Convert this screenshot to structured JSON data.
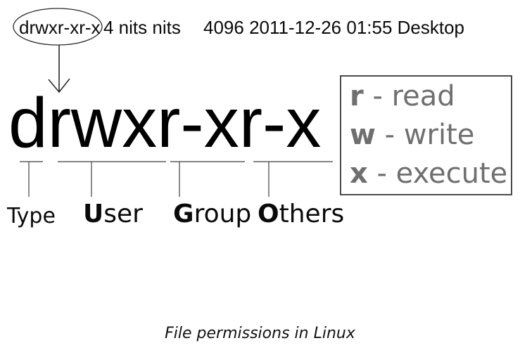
{
  "listing": {
    "permissions": "drwxr-xr-x",
    "links_owner_group": "4 nits nits",
    "size_date_name": "4096 2011-12-26 01:55 Desktop"
  },
  "big_permission": "drwxr-xr-x",
  "segment_labels": [
    {
      "bold": "",
      "rest": "Type"
    },
    {
      "bold": "U",
      "rest": "ser"
    },
    {
      "bold": "G",
      "rest": "roup"
    },
    {
      "bold": "O",
      "rest": "thers"
    }
  ],
  "legend": {
    "items": [
      {
        "key": "r",
        "rest": " - read"
      },
      {
        "key": "w",
        "rest": " - write"
      },
      {
        "key": "x",
        "rest": " - execute"
      }
    ]
  },
  "caption": "File permissions in Linux",
  "colors": {
    "text": "#000000",
    "legend_text": "#6f6f6f",
    "legend_border": "#4a4a4a",
    "annotation_line": "#555555"
  }
}
